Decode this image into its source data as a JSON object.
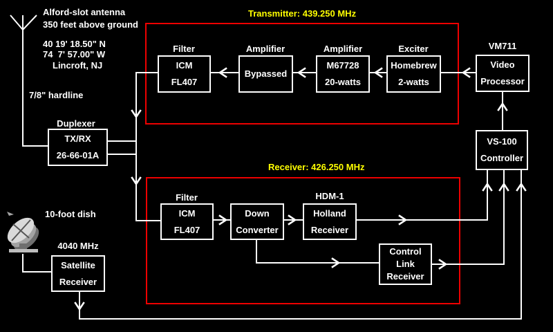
{
  "colors": {
    "background": "#000000",
    "line": "#ffffff",
    "box_border": "#ffffff",
    "text": "#ffffff",
    "section_border": "#ee0000",
    "title_text": "#ffff00"
  },
  "antenna_site": {
    "name": "Alford-slot antenna",
    "height": "350 feet above ground",
    "latitude": "40 19' 18.50\" N",
    "longitude": "74  7' 57.00\" W",
    "location": "Lincroft, NJ",
    "feedline": "7/8\" hardline"
  },
  "sections": {
    "transmitter": {
      "title": "Transmitter: 439.250 MHz"
    },
    "receiver": {
      "title": "Receiver: 426.250 MHz"
    }
  },
  "dish": {
    "label": "10-foot dish",
    "frequency": "4040 MHz"
  },
  "blocks": {
    "tx_filter": {
      "label": "Filter",
      "lines": [
        "ICM",
        "FL407"
      ]
    },
    "tx_amplifier_bypassed": {
      "label": "Amplifier",
      "lines": [
        "Bypassed"
      ]
    },
    "tx_amplifier_m67728": {
      "label": "Amplifier",
      "lines": [
        "M67728",
        "20-watts"
      ]
    },
    "exciter": {
      "label": "Exciter",
      "lines": [
        "Homebrew",
        "2-watts"
      ]
    },
    "video_processor": {
      "label": "VM711",
      "lines": [
        "Video",
        "Processor"
      ]
    },
    "duplexer": {
      "label": "Duplexer",
      "lines": [
        "TX/RX",
        "26-66-01A"
      ]
    },
    "controller": {
      "lines": [
        "VS-100",
        "Controller"
      ]
    },
    "rx_filter": {
      "label": "Filter",
      "lines": [
        "ICM",
        "FL407"
      ]
    },
    "down_converter": {
      "lines": [
        "Down",
        "Converter"
      ]
    },
    "holland_receiver": {
      "label": "HDM-1",
      "lines": [
        "Holland",
        "Receiver"
      ]
    },
    "control_link_receiver": {
      "lines": [
        "Control",
        "Link",
        "Receiver"
      ]
    },
    "satellite_receiver": {
      "lines": [
        "Satellite",
        "Receiver"
      ]
    }
  }
}
